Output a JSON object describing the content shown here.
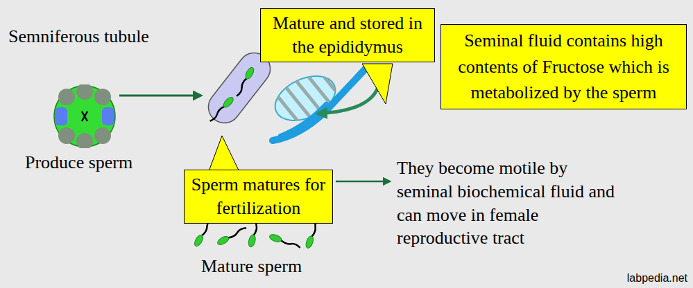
{
  "diagram": {
    "nodes": [
      {
        "text": [
          "Semniferous tubule",
          "Produce sperm"
        ]
      },
      {
        "text": [
          "Mature and stored in the epididymus"
        ]
      },
      {
        "text": [
          "Seminal fluid contains high contents of Fructose which is metabolized by the sperm"
        ]
      },
      {
        "text": [
          "Sperm matures for fertilization"
        ]
      }
    ],
    "labels": [
      "They become motile by seminal biochemical fluid and can move in female reproductive tract",
      "Mature sperm",
      "labpedia.net"
    ]
  }
}
